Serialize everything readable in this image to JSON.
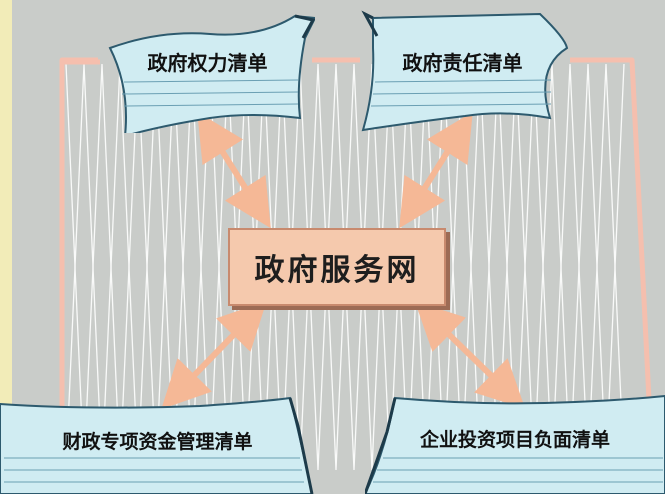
{
  "center": {
    "label": "政府服务网"
  },
  "lists": {
    "top_left": "政府权力清单",
    "top_right": "政府责任清单",
    "bottom_left": "财政专项资金管理清单",
    "bottom_right": "企业投资项目负面清单"
  },
  "colors": {
    "background": "#c9ccc9",
    "center_fill": "#f5c9ad",
    "note_fill": "#d0ecf2",
    "arrow": "#f5b896",
    "outline": "#f5bfae"
  },
  "relations": [
    {
      "from": "top_left",
      "to": "center",
      "bidirectional": true
    },
    {
      "from": "top_right",
      "to": "center",
      "bidirectional": true
    },
    {
      "from": "bottom_left",
      "to": "center",
      "bidirectional": true
    },
    {
      "from": "bottom_right",
      "to": "center",
      "bidirectional": true
    }
  ]
}
